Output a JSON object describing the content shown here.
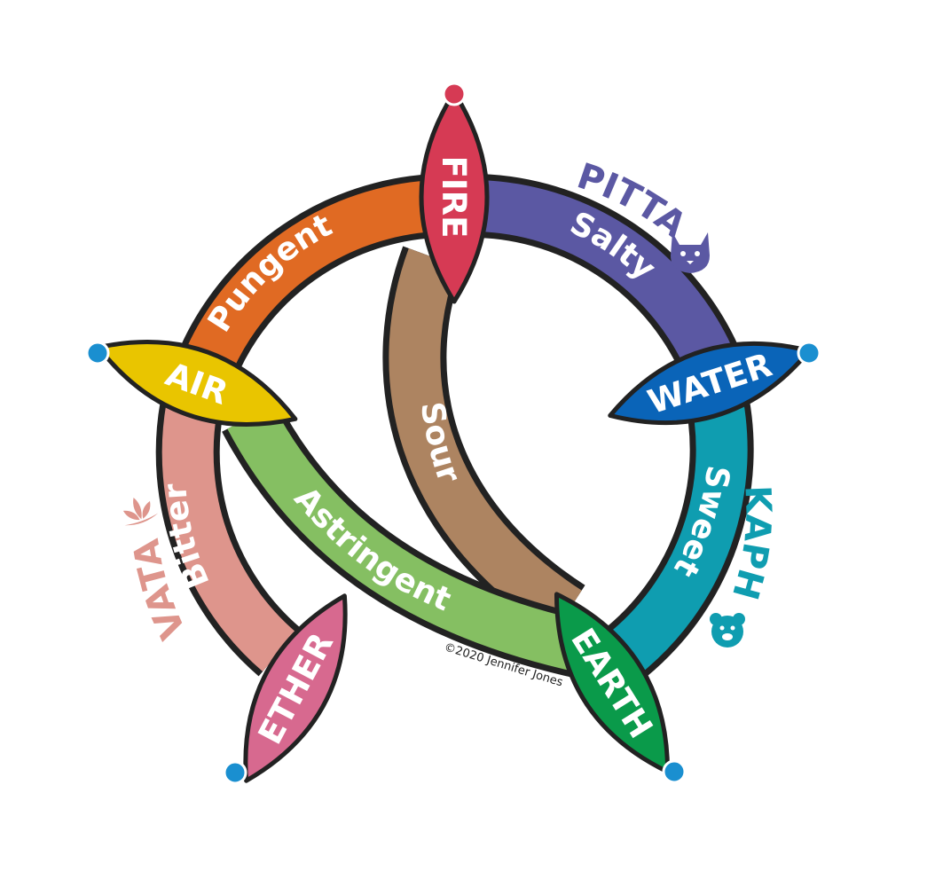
{
  "elements": {
    "fire": {
      "label": "FIRE",
      "color": "#d63a54"
    },
    "air": {
      "label": "AIR",
      "color": "#e9c500"
    },
    "water": {
      "label": "WATER",
      "color": "#0a64b8"
    },
    "ether": {
      "label": "ETHER",
      "color": "#d7698f"
    },
    "earth": {
      "label": "EARTH",
      "color": "#0a9a4a"
    }
  },
  "tastes": {
    "pungent": {
      "label": "Pungent",
      "color": "#e06a23"
    },
    "salty": {
      "label": "Salty",
      "color": "#5b58a3"
    },
    "sweet": {
      "label": "Sweet",
      "color": "#0f9db0"
    },
    "bitter": {
      "label": "Bitter",
      "color": "#de958c"
    },
    "astringent": {
      "label": "Astringent",
      "color": "#85bf62"
    },
    "sour": {
      "label": "Sour",
      "color": "#ad8461"
    }
  },
  "doshas": {
    "pitta": {
      "label": "PITTA",
      "color": "#5b58a3",
      "icon": "cat-icon"
    },
    "kapha": {
      "label": "KAPHA",
      "color": "#0f9db0",
      "icon": "bear-icon"
    },
    "vata": {
      "label": "VATA",
      "color": "#de958c",
      "icon": "lotus-icon"
    }
  },
  "tip_colors": {
    "fire": "#d63a54",
    "others": "#1a8fd0"
  },
  "copyright": "©2020 Jennifer Jones"
}
